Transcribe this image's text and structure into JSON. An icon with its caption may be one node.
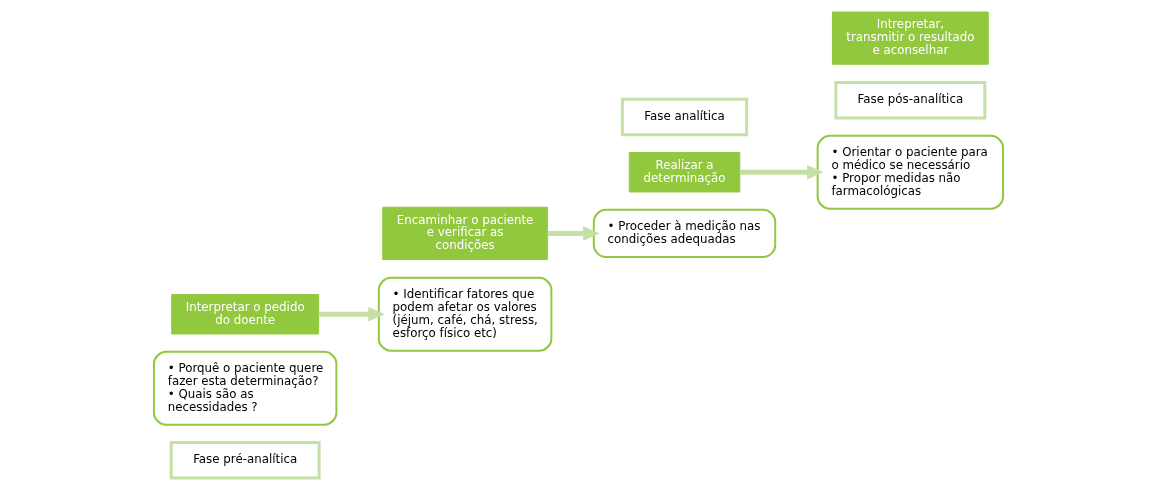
{
  "diagram": {
    "nodes": [
      {
        "text": [
          "Fase pré-analítica"
        ]
      },
      {
        "text": [
          "• Porquê o paciente quere fazer esta determinação?",
          "• Quais são as necessidades ?"
        ]
      },
      {
        "text": [
          "Interpretar o pedido do doente"
        ]
      },
      {
        "text": [
          "• Identificar fatores que podem afetar os valores (jéjum, café, chá, stress, esforço físico etc)"
        ]
      },
      {
        "text": [
          "Encaminhar o paciente e verificar as condições"
        ]
      },
      {
        "text": [
          "• Proceder à medição nas condições adequadas"
        ]
      },
      {
        "text": [
          "Realizar a determinação"
        ]
      },
      {
        "text": [
          "Fase analítica"
        ]
      },
      {
        "text": [
          "Fase pós-analítica"
        ]
      },
      {
        "text": [
          "• Orientar o paciente para o médico se necessário",
          "• Propor medidas não farmacológicas"
        ]
      },
      {
        "text": [
          "Intrepretar, transmitir o resultado e aconselhar"
        ]
      }
    ],
    "edges": [
      {
        "from": 2,
        "to": 3,
        "arrow": "to"
      },
      {
        "from": 4,
        "to": 5,
        "arrow": "to"
      },
      {
        "from": 6,
        "to": 9,
        "arrow": "to"
      }
    ]
  }
}
